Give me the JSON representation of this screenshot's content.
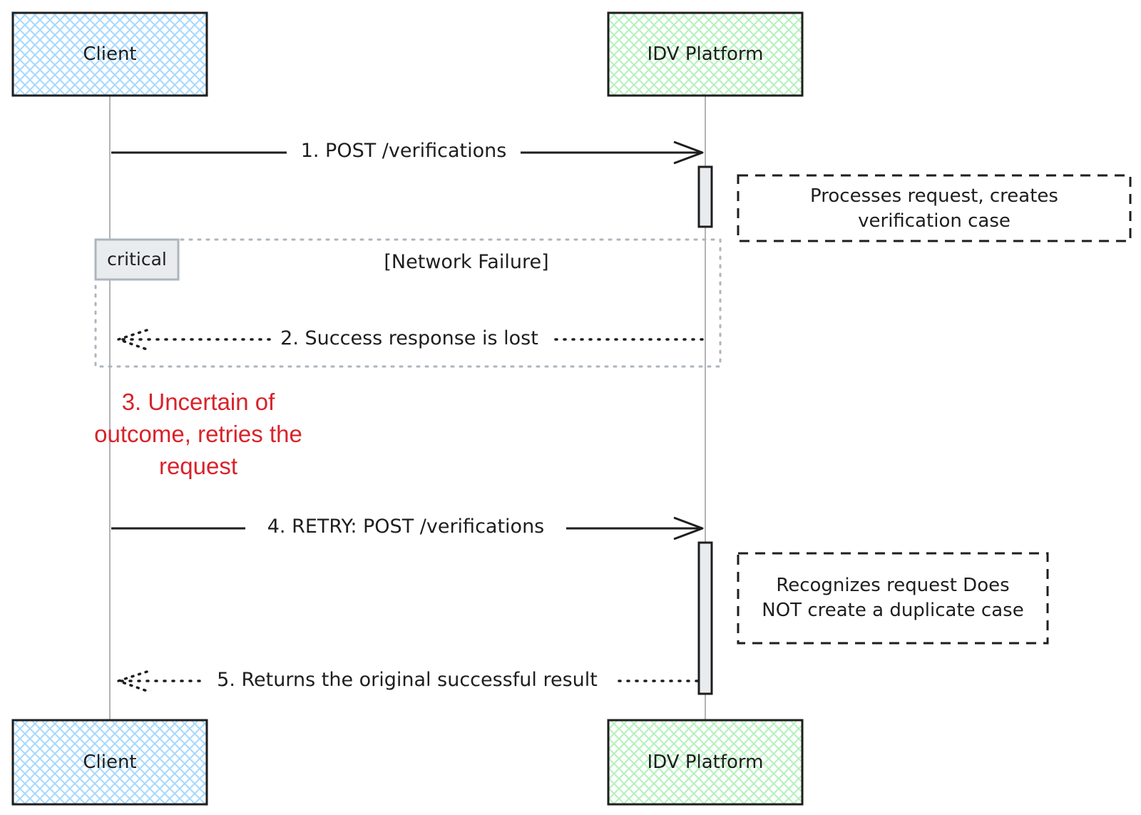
{
  "actors": {
    "client": {
      "label": "Client",
      "fill": "#a5d8ff"
    },
    "idv": {
      "label": "IDV Platform",
      "fill": "#b2f2bb"
    }
  },
  "messages": [
    {
      "label": "1. POST /verifications",
      "style": "solid"
    },
    {
      "label": "2. Success response is lost",
      "style": "dotted"
    },
    {
      "label": "4. RETRY: POST /verifications",
      "style": "solid"
    },
    {
      "label": "5. Returns the original successful result",
      "style": "dotted"
    }
  ],
  "notes": {
    "first": [
      "Processes request, creates",
      "verification case"
    ],
    "second": [
      "Recognizes request Does",
      "NOT create a duplicate case"
    ]
  },
  "critical": {
    "tag": "critical",
    "condition": "[Network Failure]"
  },
  "client_note": {
    "lines": [
      "3. Uncertain of",
      "outcome, retries the",
      "request"
    ],
    "color": "#d9222a"
  }
}
